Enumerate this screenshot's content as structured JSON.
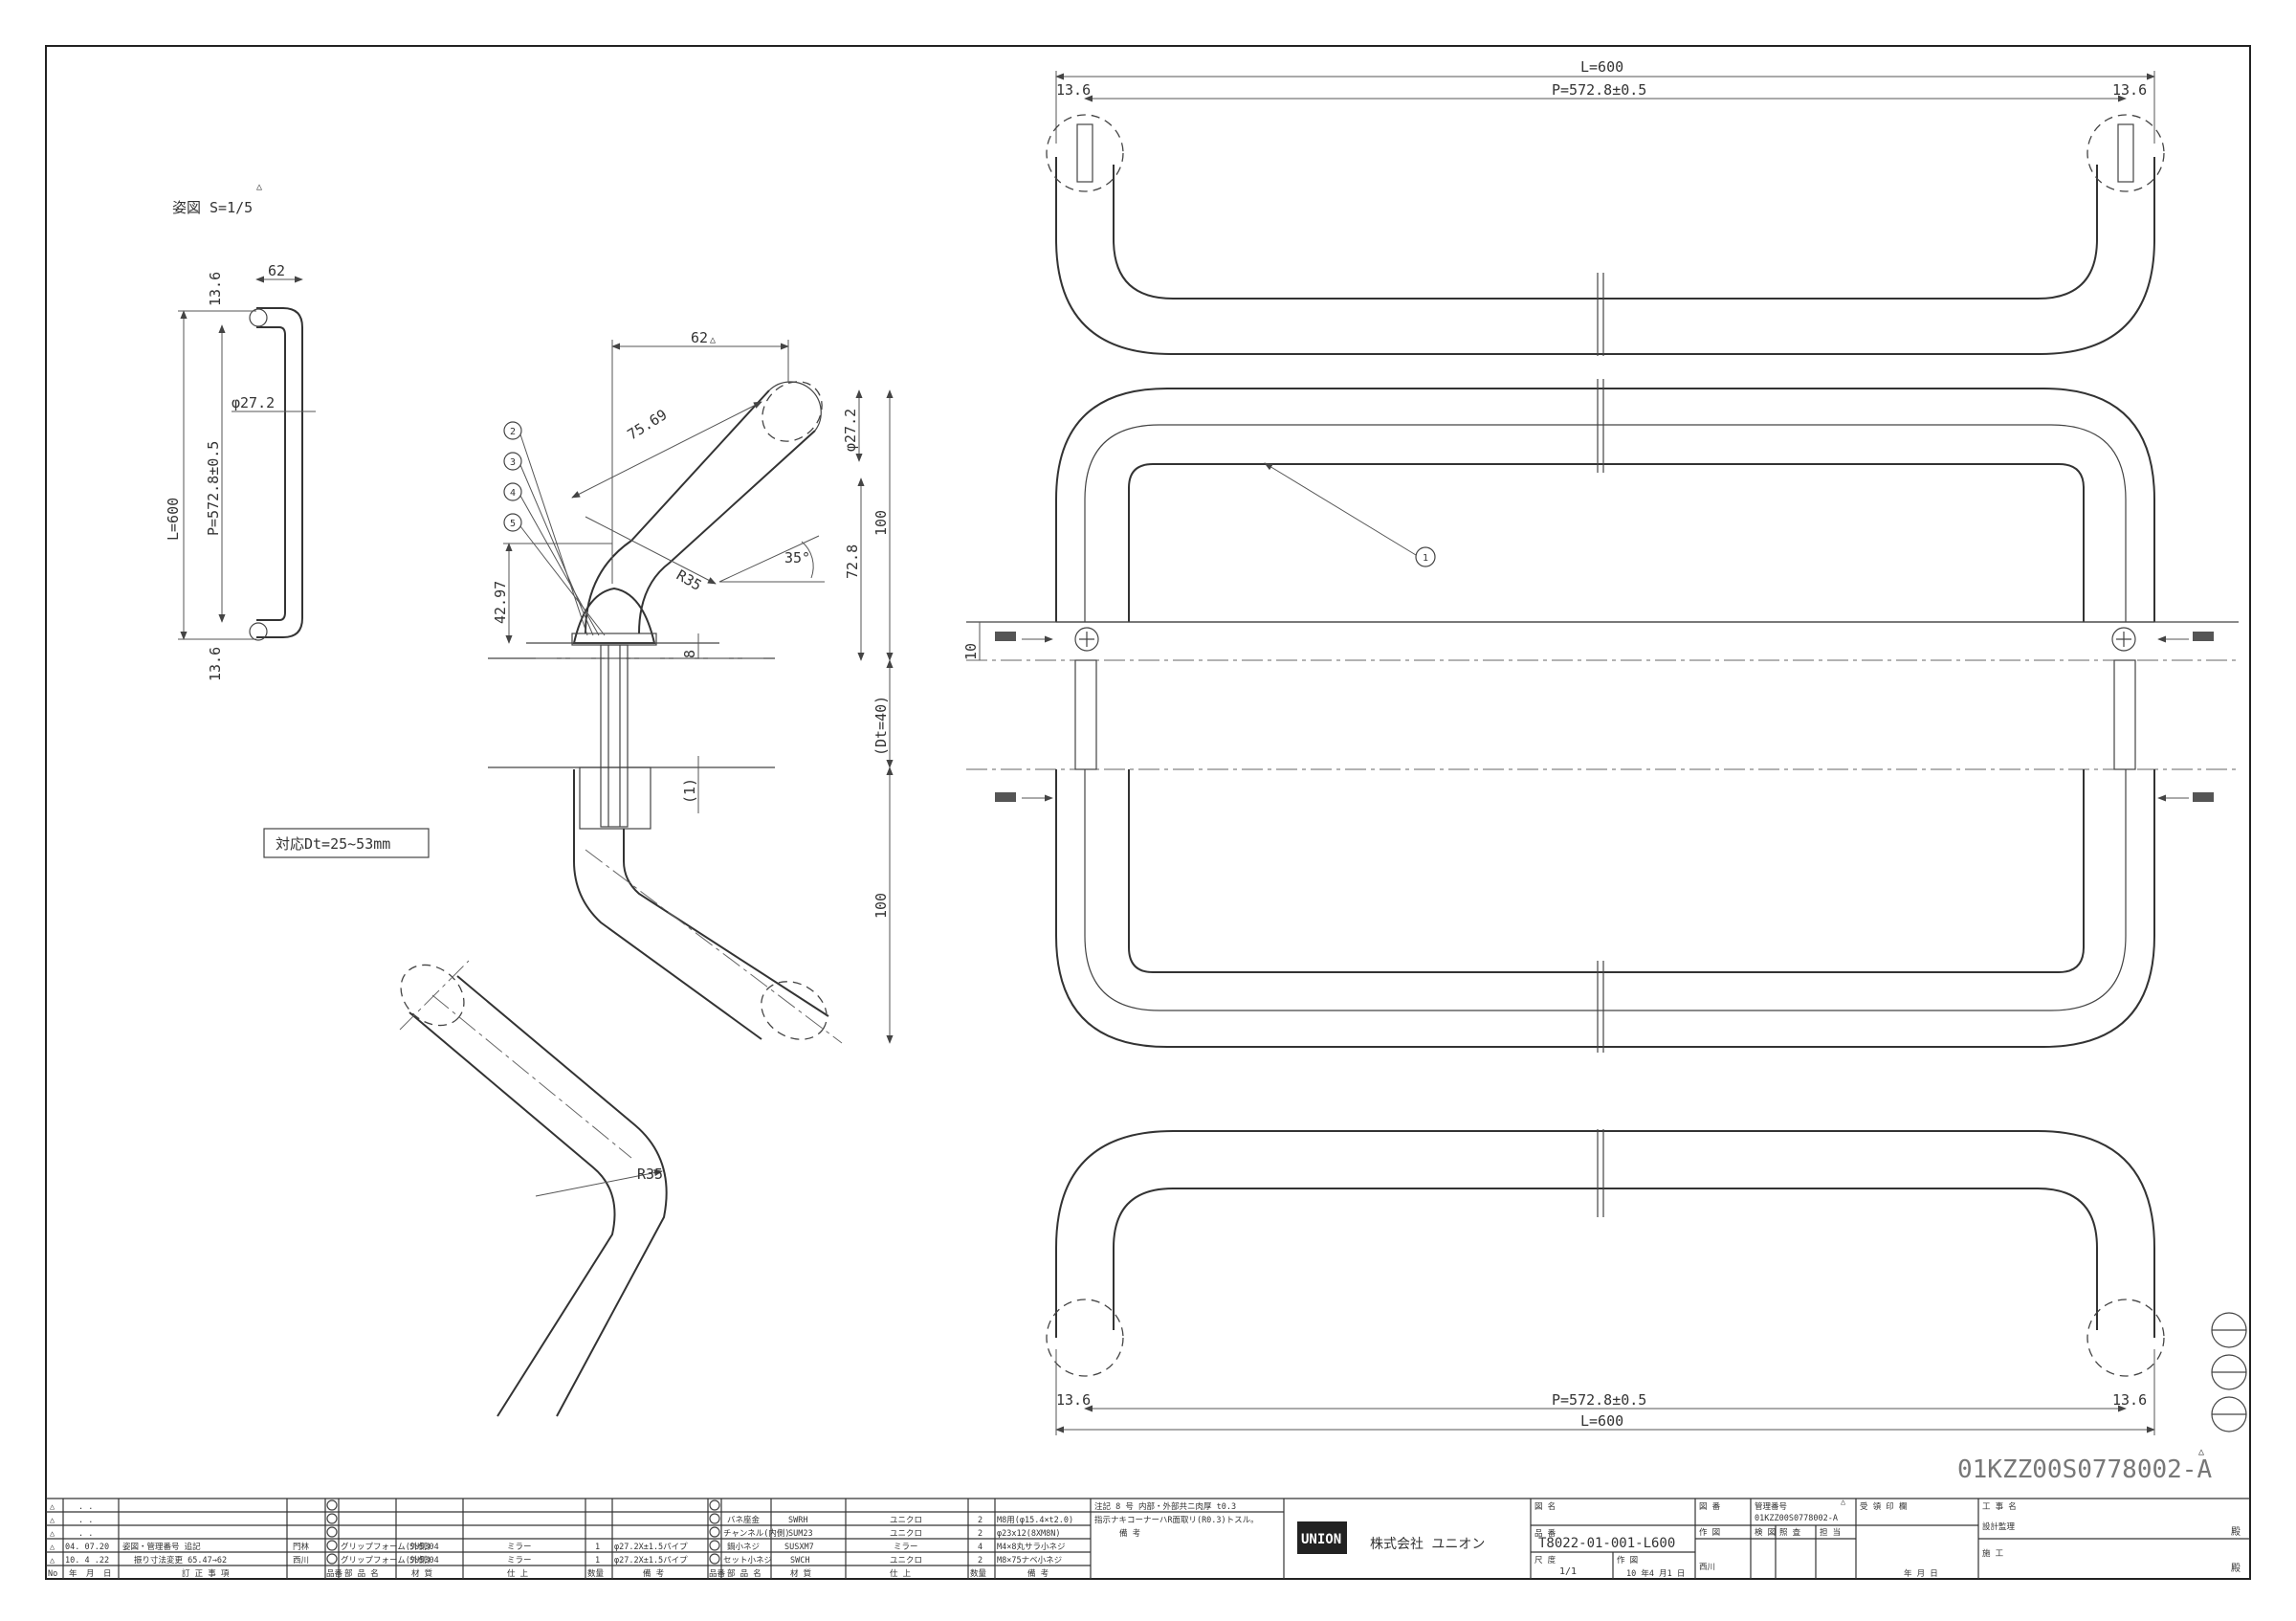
{
  "drawing": {
    "scale_label": "姿図 S=1/5",
    "dt_range_label": "対応Dt=25~53mm",
    "drawing_id": "01KZZ00S0778002-A",
    "revision_mark": "△",
    "balloon_1": "1",
    "balloon_2": "2",
    "balloon_3": "3",
    "balloon_4": "4",
    "balloon_5": "5"
  },
  "dims": {
    "L": "L=600",
    "P": "P=572.8±0.5",
    "end": "13.6",
    "phi": "φ27.2",
    "depth": "62",
    "diag": "75.69",
    "r35": "R35",
    "angle": "35°",
    "d100": "100",
    "d728": "72.8",
    "d4297": "42.97",
    "d8": "8",
    "dt": "(Dt=40)",
    "d1": "(1)",
    "d10": "10"
  },
  "revisions": {
    "rows": [
      {
        "mark": "△",
        "date": ". .",
        "text": "",
        "who": ""
      },
      {
        "mark": "△",
        "date": ". .",
        "text": "",
        "who": ""
      },
      {
        "mark": "△",
        "date": ". .",
        "text": "",
        "who": ""
      },
      {
        "mark": "△",
        "date": "04. 07.20",
        "text": "姿図・管理番号 追記",
        "who": "門林"
      },
      {
        "mark": "△",
        "date": "10. 4 .22",
        "text": "振り寸法変更 65.47→62",
        "who": "西川"
      }
    ],
    "header": {
      "no": "No",
      "y": "年",
      "m": "月",
      "d": "日",
      "text": "訂 正 事 項"
    }
  },
  "parts_left": {
    "rows": [
      {
        "no": "",
        "name": "",
        "material": "",
        "finish": "",
        "qty": "",
        "note": ""
      },
      {
        "no": "",
        "name": "",
        "material": "",
        "finish": "",
        "qty": "",
        "note": ""
      },
      {
        "no": "",
        "name": "",
        "material": "",
        "finish": "",
        "qty": "",
        "note": ""
      },
      {
        "no": "",
        "name": "グリップフォーム(外側)",
        "material": "SUS304",
        "finish": "ミラー",
        "qty": "1",
        "note": "φ27.2X±1.5パイプ"
      },
      {
        "no": "",
        "name": "グリップフォーム(外側)",
        "material": "SUS304",
        "finish": "ミラー",
        "qty": "1",
        "note": "φ27.2X±1.5パイプ"
      }
    ],
    "header": {
      "no": "品番",
      "name": "部 品 名",
      "material": "材 質",
      "finish": "仕 上",
      "qty": "数量",
      "note": "備 考"
    }
  },
  "parts_right": {
    "rows": [
      {
        "no": "",
        "name": "バネ座金",
        "material": "SWRH",
        "finish": "ユニクロ",
        "qty": "2",
        "note": "M8用(φ15.4×t2.0)"
      },
      {
        "no": "",
        "name": "チャンネル(内側)",
        "material": "SUM23",
        "finish": "ユニクロ",
        "qty": "2",
        "note": "φ23x12(8XM8N)"
      },
      {
        "no": "",
        "name": "鍋小ネジ",
        "material": "SUSXM7",
        "finish": "ミラー",
        "qty": "4",
        "note": "M4×8丸サラ小ネジ"
      },
      {
        "no": "",
        "name": "セット小ネジ",
        "material": "SWCH",
        "finish": "ユニクロ",
        "qty": "2",
        "note": "M8×75ナベ小ネジ"
      }
    ],
    "header": {
      "no": "品番",
      "name": "部 品 名",
      "material": "材 質",
      "finish": "仕 上",
      "qty": "数量",
      "note": "備 考"
    }
  },
  "notes": {
    "line1": "注記 8 号 内部・外部共ニ肉厚 t0.3",
    "line2": "指示ナキコーナーハR面取リ(R0.3)トスル。",
    "label": "備 考"
  },
  "title_block": {
    "logo": "UNION",
    "company": "株式会社 ユニオン",
    "zumei_label": "図 名",
    "hinban_label": "品 番",
    "hinban": "T8022-01-001-L600",
    "scale_label": "尺 度",
    "scale": "1/1",
    "date_label": "作 図",
    "date": "10 年4 月1 日",
    "zuban_label": "図 番",
    "kanri_label": "管理番号",
    "kanri": "01KZZ00S0778002-A",
    "sakuzu_label": "作 図",
    "kenzu_label": "検 図",
    "shonin_label": "照 査",
    "tanto_label": "担 当",
    "drafter": "西川",
    "receipt_label": "受 領 印 欄",
    "kouji_label": "工 事 名",
    "kanri2_label": "設計監理",
    "sekou_label": "施 工",
    "ymd": "年  月  日",
    "dono1": "殿",
    "dono2": "殿"
  }
}
